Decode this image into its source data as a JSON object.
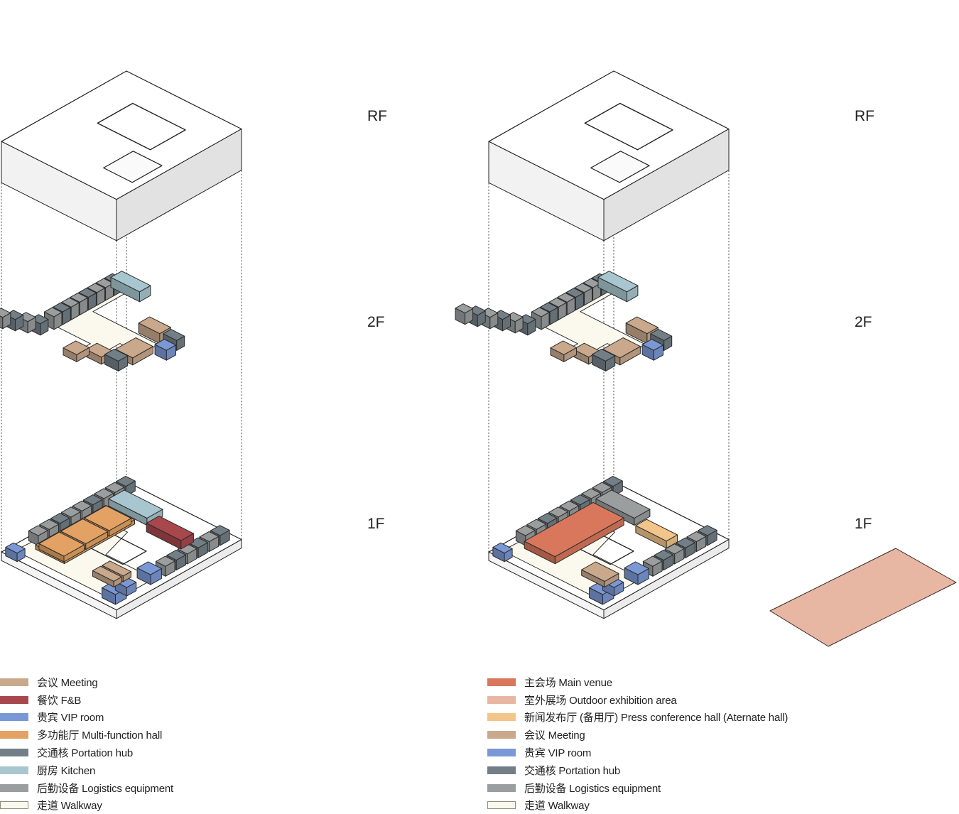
{
  "colors": {
    "meeting": "#c9a88c",
    "fnb": "#a8484c",
    "vip": "#7b98d6",
    "multi": "#e3a263",
    "portation": "#737f86",
    "kitchen": "#a8c6cf",
    "logistics": "#9b9e9e",
    "walkway": "#fbf9ee",
    "main": "#d9775c",
    "outdoor": "#e8b7a4",
    "press": "#f2c58a"
  },
  "diagrams": [
    {
      "floors": {
        "rf": "RF",
        "f2": "2F",
        "f1": "1F"
      },
      "legend": [
        {
          "label": "会议  Meeting",
          "color": "#c9a88c"
        },
        {
          "label": "餐饮  F&B",
          "color": "#a8484c"
        },
        {
          "label": "贵宾  VIP room",
          "color": "#7b98d6"
        },
        {
          "label": "多功能厅 Multi-function hall",
          "color": "#e3a263"
        },
        {
          "label": "交通核  Portation hub",
          "color": "#737f86"
        },
        {
          "label": "厨房  Kitchen",
          "color": "#a8c6cf"
        },
        {
          "label": "后勤设备  Logistics equipment",
          "color": "#9b9e9e"
        },
        {
          "label": "走道  Walkway",
          "color": "#fbf9ee"
        }
      ]
    },
    {
      "floors": {
        "rf": "RF",
        "f2": "2F",
        "f1": "1F"
      },
      "legend": [
        {
          "label": "主会场  Main venue",
          "color": "#d9775c"
        },
        {
          "label": "室外展场  Outdoor exhibition area",
          "color": "#e8b7a4"
        },
        {
          "label": "新闻发布厅 (备用厅)    Press conference hall (Aternate hall)",
          "color": "#f2c58a"
        },
        {
          "label": "会议  Meeting",
          "color": "#c9a88c"
        },
        {
          "label": "贵宾  VIP room",
          "color": "#7b98d6"
        },
        {
          "label": "交通核  Portation hub",
          "color": "#737f86"
        },
        {
          "label": "后勤设备  Logistics equipment",
          "color": "#9b9e9e"
        },
        {
          "label": "走道  Walkway",
          "color": "#fbf9ee"
        }
      ]
    }
  ]
}
